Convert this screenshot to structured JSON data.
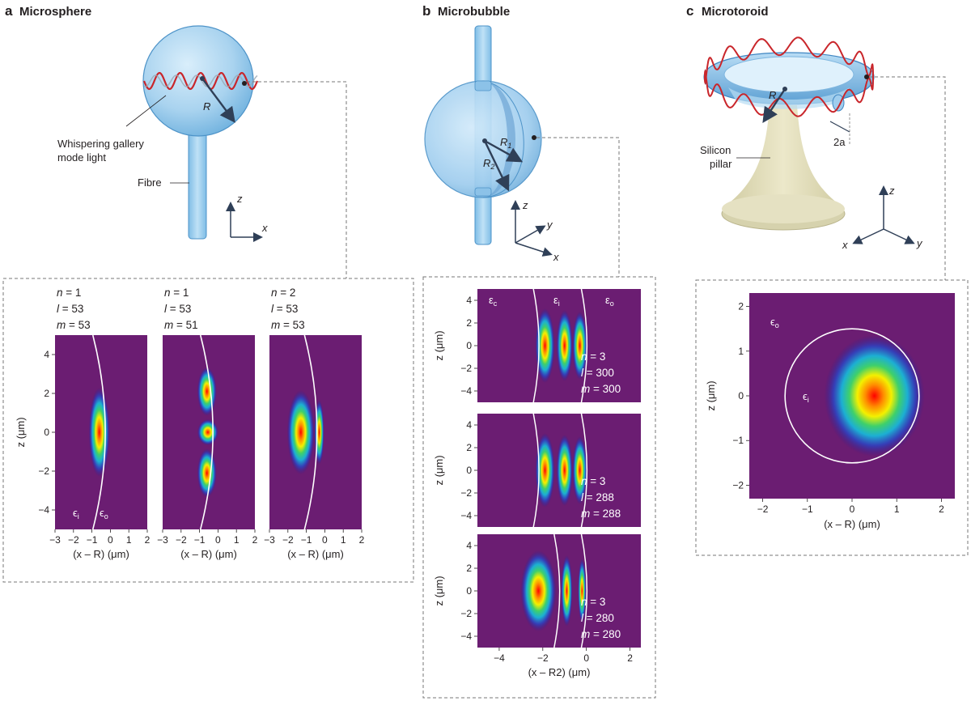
{
  "panels": [
    {
      "letter": "a",
      "title": "Microsphere"
    },
    {
      "letter": "b",
      "title": "Microbubble"
    },
    {
      "letter": "c",
      "title": "Microtoroid"
    }
  ],
  "labels": {
    "wgm_line1": "Whispering gallery",
    "wgm_line2": "mode light",
    "fibre": "Fibre",
    "R": "R",
    "R1": "R",
    "R1_sub": "1",
    "R2": "R",
    "R2_sub": "2",
    "silicon_line1": "Silicon",
    "silicon_line2": "pillar",
    "two_a": "2a",
    "x": "x",
    "y": "y",
    "z": "z"
  },
  "chart_data": [
    {
      "type": "heatmap",
      "panel": "a",
      "ylabel": "z (μm)",
      "xlabel": "(x – R) (μm)",
      "xticks": [
        -3,
        -2,
        -1,
        0,
        1,
        2
      ],
      "yticks": [
        -4,
        -2,
        0,
        2,
        4
      ],
      "xlim": [
        -3,
        2
      ],
      "ylim": [
        -5,
        5
      ],
      "subplots": [
        {
          "n": "n = 1",
          "l": "l = 53",
          "m": "m = 53",
          "eps_i": "ϵi",
          "eps_o": "ϵo",
          "lobes": [
            {
              "x": -0.6,
              "z": 0.0
            }
          ]
        },
        {
          "n": "n = 1",
          "l": "l = 53",
          "m": "m = 51",
          "lobes": [
            {
              "x": -0.6,
              "z": 2.1
            },
            {
              "x": -0.55,
              "z": 0.0
            },
            {
              "x": -0.6,
              "z": -2.1
            }
          ]
        },
        {
          "n": "n = 2",
          "l": "l = 53",
          "m": "m = 53",
          "lobes": [
            {
              "x": -1.3,
              "z": 0.0
            },
            {
              "x": -0.3,
              "z": 0.0
            }
          ]
        }
      ]
    },
    {
      "type": "heatmap",
      "panel": "b",
      "ylabel": "z (μm)",
      "xlabel": "(x – R2) (μm)",
      "xticks": [
        -4,
        -2,
        0,
        2
      ],
      "yticks": [
        -4,
        -2,
        0,
        2,
        4
      ],
      "xlim": [
        -5,
        2.5
      ],
      "ylim": [
        -5,
        5
      ],
      "subplots": [
        {
          "n": "n = 3",
          "l": "l = 300",
          "m": "m = 300",
          "eps_c": "εc",
          "eps_i": "εi",
          "eps_o": "εo",
          "lobes": [
            {
              "x": -1.9,
              "z": 0.0
            },
            {
              "x": -1.0,
              "z": 0.0
            },
            {
              "x": -0.3,
              "z": 0.0
            }
          ]
        },
        {
          "n": "n = 3",
          "l": "l = 288",
          "m": "m = 288",
          "lobes": [
            {
              "x": -1.9,
              "z": 0.0
            },
            {
              "x": -1.0,
              "z": 0.0
            },
            {
              "x": -0.3,
              "z": 0.0
            }
          ]
        },
        {
          "n": "n = 3",
          "l": "l = 280",
          "m": "m = 280",
          "lobes": [
            {
              "x": -2.2,
              "z": 0.0
            },
            {
              "x": -0.9,
              "z": 0.0
            },
            {
              "x": -0.2,
              "z": 0.0
            }
          ]
        }
      ]
    },
    {
      "type": "heatmap",
      "panel": "c",
      "ylabel": "z (μm)",
      "xlabel": "(x – R) (μm)",
      "xticks": [
        -2,
        -1,
        0,
        1,
        2
      ],
      "yticks": [
        -2,
        -1,
        0,
        1,
        2
      ],
      "xlim": [
        -2.3,
        2.3
      ],
      "ylim": [
        -2.3,
        2.3
      ],
      "eps_o": "ϵo",
      "eps_i": "ϵi",
      "circle": {
        "cx": 0.0,
        "cz": 0.0,
        "r": 1.5
      },
      "lobes": [
        {
          "x": 0.5,
          "z": 0.0
        }
      ]
    }
  ],
  "colors": {
    "background": "#6b1d72",
    "boundary": "#ffffff",
    "wave": "#c9262b",
    "glass": "#a9d3ef",
    "glass_edge": "#4d93c8",
    "pillar": "#ddd9b6",
    "axis": "#2f3f57"
  }
}
